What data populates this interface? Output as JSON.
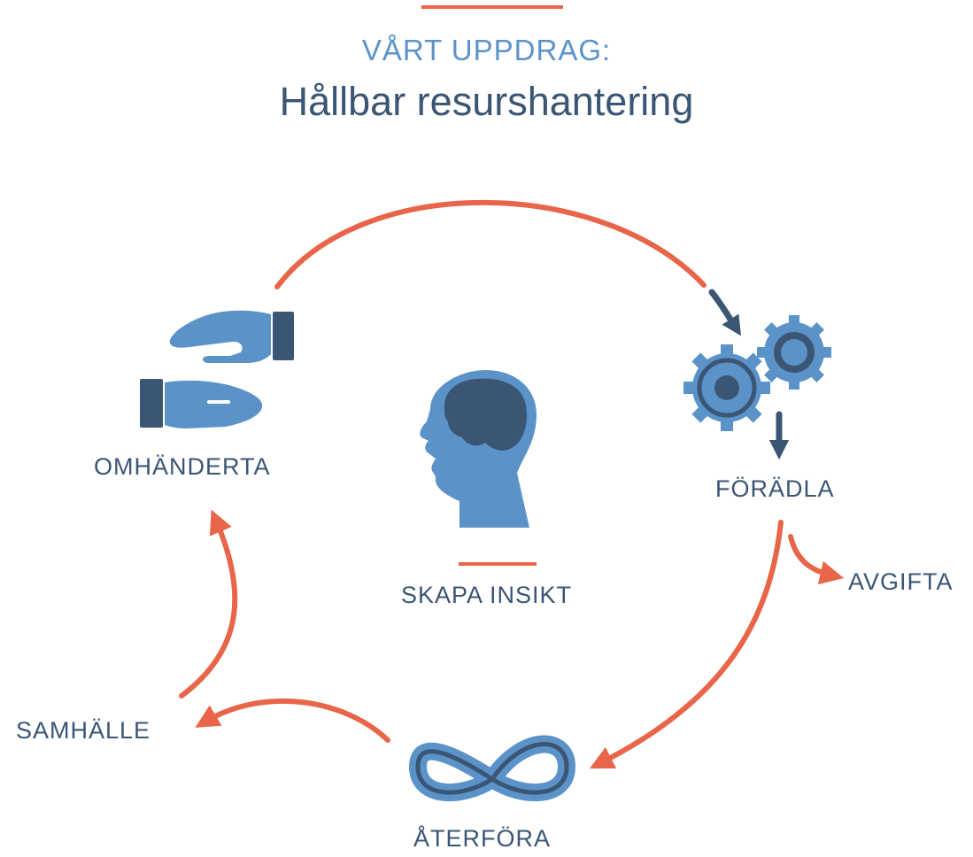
{
  "header": {
    "eyebrow": "VÅRT UPPDRAG:",
    "title": "Hållbar resurshantering"
  },
  "nodes": {
    "omhanderta": "OMHÄNDERTA",
    "foradla": "FÖRÄDLA",
    "avgifta": "AVGIFTA",
    "samhalle": "SAMHÄLLE",
    "aterfora": "ÅTERFÖRA",
    "center": "SKAPA INSIKT"
  },
  "colors": {
    "accent": "#e8654a",
    "dark_blue": "#3b5574",
    "mid_blue": "#5b93c9"
  },
  "icons": {
    "omhanderta": "hands-icon",
    "foradla": "gears-icon",
    "aterfora": "infinity-icon",
    "center": "head-brain-icon"
  }
}
